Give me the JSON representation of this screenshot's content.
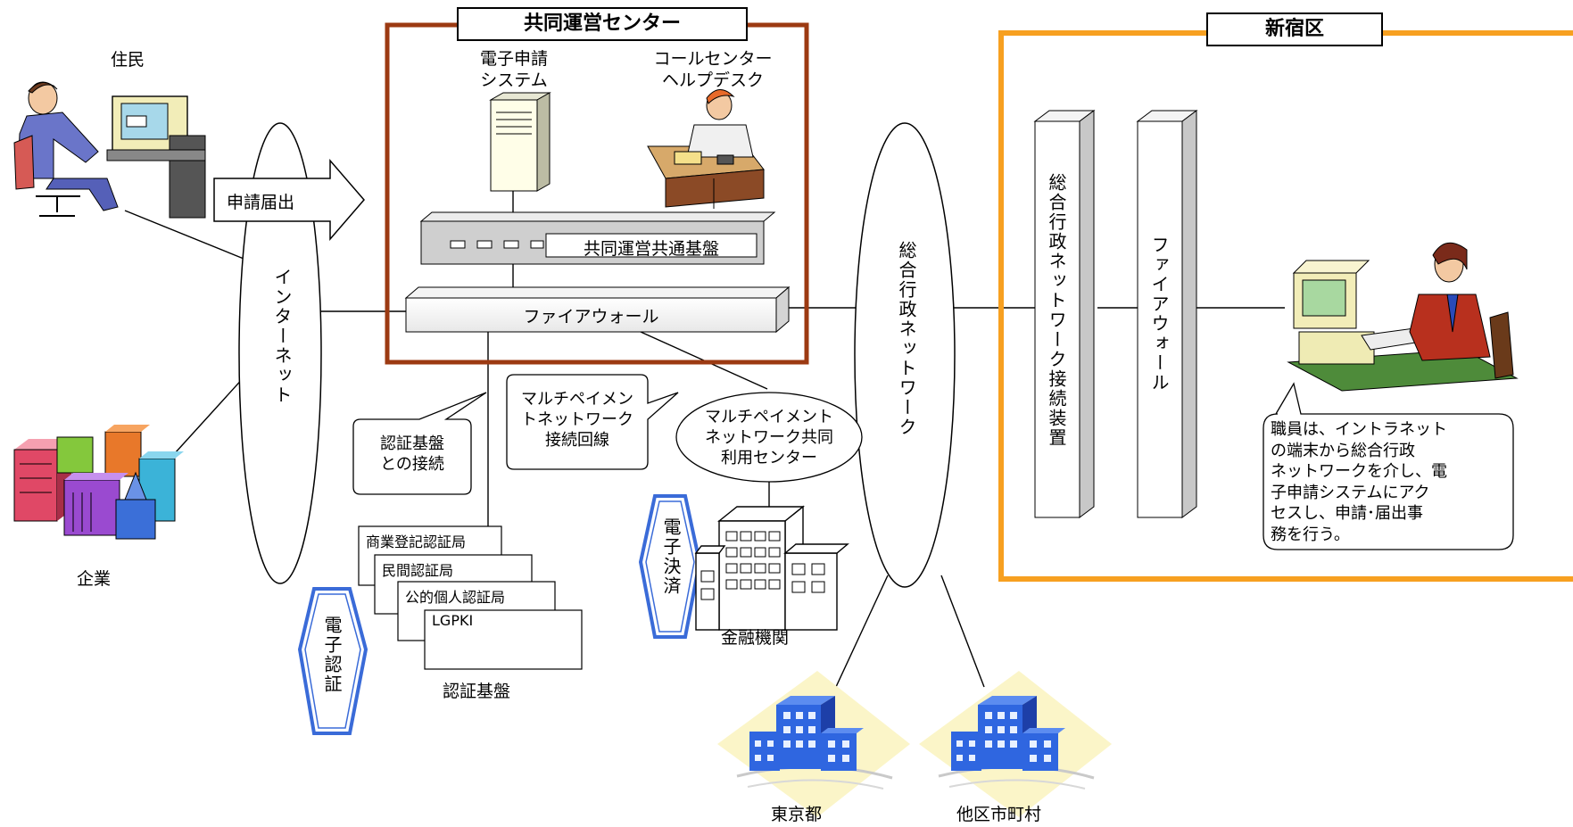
{
  "titles": {
    "center": "共同運営センター",
    "shinjuku": "新宿区"
  },
  "actors": {
    "resident": "住民",
    "company": "企業"
  },
  "arrow": {
    "apply": "申請届出"
  },
  "networks": {
    "internet": "インターネット",
    "sogo": "総合行政ネットワーク"
  },
  "center": {
    "e_apply_system": [
      "電子申請",
      "システム"
    ],
    "call_center": [
      "コールセンター",
      "ヘルプデスク"
    ],
    "common_platform": "共同運営共通基盤",
    "firewall": "ファイアウォール"
  },
  "shinjuku": {
    "lgwan_connect": "総合行政ネットワーク接続装置",
    "firewall": "ファイアウォール",
    "staff_note": [
      "職員は、イントラネット",
      "の端末から総合行政",
      "ネットワークを介し、電",
      "子申請システムにアク",
      "セスし、申請･届出事",
      "務を行う。"
    ]
  },
  "callouts": {
    "auth_link": [
      "認証基盤",
      "との接続"
    ],
    "multipay_line": [
      "マルチペイメン",
      "トネットワーク",
      "接続回線"
    ],
    "multipay_center": [
      "マルチペイメント",
      "ネットワーク共同",
      "利用センター"
    ]
  },
  "cert_authorities": [
    "商業登記認証局",
    "民間認証局",
    "公的個人認証局",
    "LGPKI"
  ],
  "labels": {
    "cert_platform": "認証基盤",
    "financial": "金融機関",
    "tokyo": "東京都",
    "other_munis": "他区市町村"
  },
  "hex_badges": {
    "e_auth": "電子認証",
    "e_settle": "電子決済"
  },
  "colors": {
    "center_border": "#9C3A12",
    "shinjuku_border": "#F7A020",
    "hex_border": "#3A6BD8",
    "building_blue": "#2F66E0",
    "ground": "#FBF5C8"
  }
}
